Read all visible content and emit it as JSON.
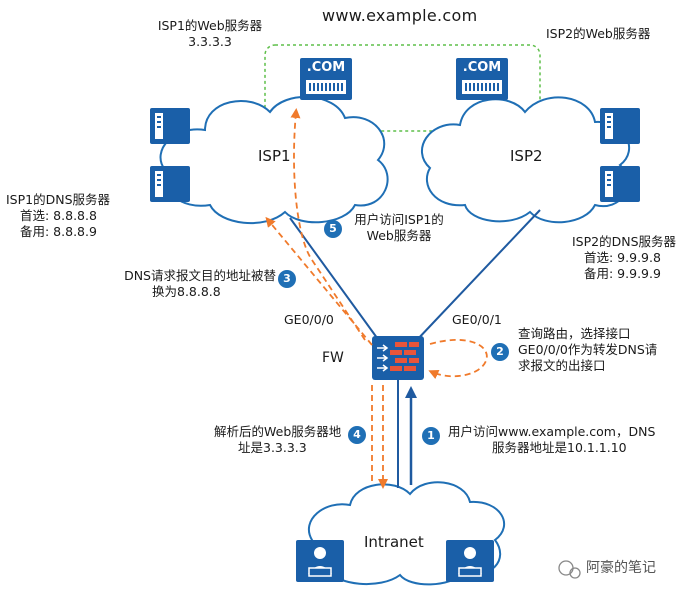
{
  "domain_name": "www.example.com",
  "isp1": {
    "cloud_label": "ISP1",
    "web_server_label": "ISP1的Web服务器",
    "web_server_ip": "3.3.3.3",
    "dns_server_label": "ISP1的DNS服务器",
    "dns_primary": "首选:  8.8.8.8",
    "dns_backup": "备用:  8.8.8.9"
  },
  "isp2": {
    "cloud_label": "ISP2",
    "web_server_label": "ISP2的Web服务器",
    "dns_server_label": "ISP2的DNS服务器",
    "dns_primary": "首选:  9.9.9.8",
    "dns_backup": "备用:  9.9.9.9"
  },
  "com_badge": ".COM",
  "intranet_label": "Intranet",
  "fw_label": "FW",
  "interfaces": {
    "ge000": "GE0/0/0",
    "ge001": "GE0/0/1"
  },
  "steps": [
    {
      "num": "1",
      "line1": "用户访问www.example.com，DNS",
      "line2": "服务器地址是10.1.1.10"
    },
    {
      "num": "2",
      "line1": "查询路由，选择接口",
      "line2": "GE0/0/0作为转发DNS请",
      "line3": "求报文的出接口"
    },
    {
      "num": "3",
      "line1": "DNS请求报文目的地址被替",
      "line2": "换为8.8.8.8"
    },
    {
      "num": "4",
      "line1": "解析后的Web服务器地",
      "line2": "址是3.3.3.3"
    },
    {
      "num": "5",
      "line1": "用户访问ISP1的",
      "line2": "Web服务器"
    }
  ],
  "watermark": "阿豪的笔记",
  "colors": {
    "cloud_stroke": "#1f6fb5",
    "server_blue": "#1a5fa8",
    "arrow_orange": "#f07a2b",
    "link_blue": "#1f5aa0",
    "step_circle": "#1f6fb5",
    "dotted_green": "#5fbf4a"
  }
}
